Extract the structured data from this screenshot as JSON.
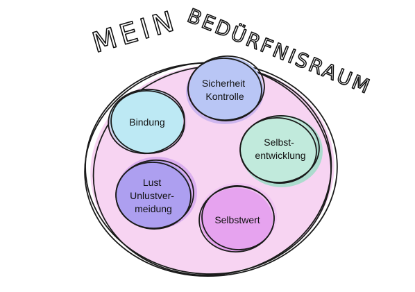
{
  "title": {
    "left_word": "MEIN",
    "right_word": "BEDÜRFNISRAUM"
  },
  "colors": {
    "outer_fill": "#f7d4f2",
    "outline": "#1a1a1a",
    "text": "#111111"
  },
  "nodes": [
    {
      "id": "sicherheit",
      "lines": [
        "Sicherheit",
        "Kontrolle"
      ],
      "fill": "#b9c6f5",
      "halo": "#c5b0ee"
    },
    {
      "id": "bindung",
      "lines": [
        "Bindung"
      ],
      "fill": "#bde9f4",
      "halo": "#ecc4ec"
    },
    {
      "id": "selbstentwicklung",
      "lines": [
        "Selbst-",
        "entwicklung"
      ],
      "fill": "#c1eadc",
      "halo": "#9fdcc8"
    },
    {
      "id": "lust",
      "lines": [
        "Lust",
        "Unlustver-",
        "meidung"
      ],
      "fill": "#ad9ff0",
      "halo": "#d6a8ef"
    },
    {
      "id": "selbstwert",
      "lines": [
        "Selbstwert"
      ],
      "fill": "#e6a3ef",
      "halo": "#f0c2f3"
    }
  ]
}
